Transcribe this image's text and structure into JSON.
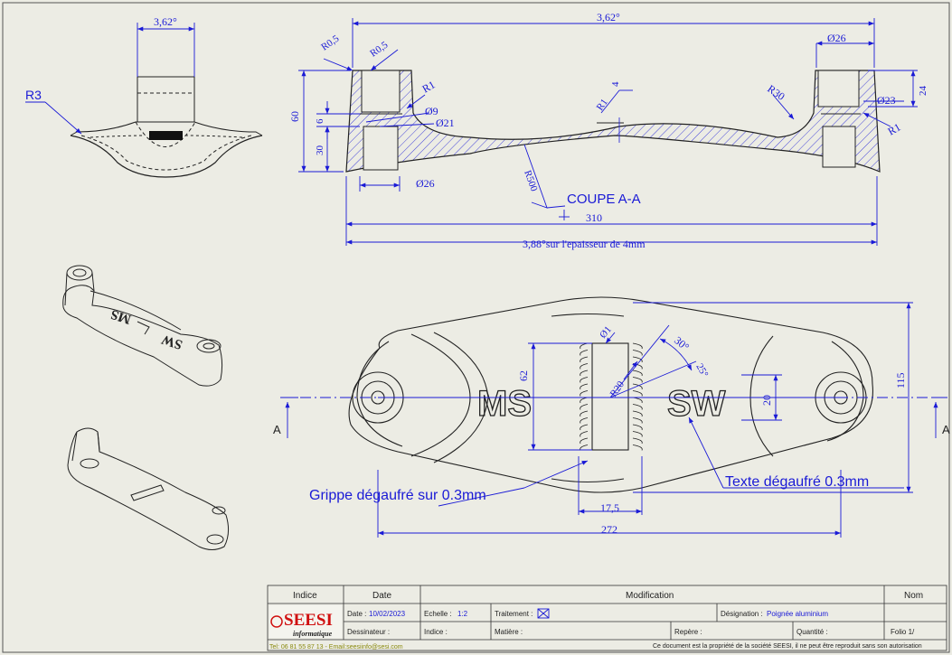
{
  "dims": {
    "top_angle": "3,62°",
    "sec_angle": "3,62°",
    "r05_left": "R0,5",
    "r05_right": "R0,5",
    "d26_top": "Ø26",
    "r3": "R3",
    "h60": "60",
    "h6": "6",
    "h30": "30",
    "r1_a": "R1",
    "d9": "Ø9",
    "d21": "Ø21",
    "r1_b": "R1",
    "v4": "4",
    "r30": "R30",
    "d23": "Ø23",
    "h24": "24",
    "r1_c": "R1",
    "d26_bot": "Ø26",
    "r500": "R500",
    "w310": "310",
    "thickness": "3,88°sur l'epaisseur de 4mm",
    "d1": "Ø1",
    "a30": "30°",
    "a25": "25°",
    "h62": "62",
    "r20": "R20",
    "h20": "20",
    "h115": "115",
    "w17_5": "17,5",
    "w272": "272"
  },
  "section_label": "COUPE A-A",
  "section_marker": "A",
  "notes": {
    "grip": "Grippe dégaufré sur 0.3mm",
    "text": "Texte dégaufré 0.3mm"
  },
  "engraving": {
    "left": "MS",
    "right": "SW"
  },
  "title_block": {
    "h_indice": "Indice",
    "h_date": "Date",
    "h_modification": "Modification",
    "h_nom": "Nom",
    "logo_text": "SEESI",
    "logo_sub": "informatique",
    "date_label": "Date :",
    "date_value": "10/02/2023",
    "echelle_label": "Echelle :",
    "echelle_value": "1:2",
    "traitement_label": "Traitement :",
    "designation_label": "Désignation :",
    "designation_value": "Poignée aluminium",
    "dessinateur_label": "Dessinateur :",
    "indice_label": "Indice :",
    "matiere_label": "Matière :",
    "repere_label": "Repère :",
    "quantite_label": "Quantité :",
    "folio_label": "Folio 1/",
    "contact": "Tel: 06 81 55 87 13 - Email:seesiinfo@sesi.com",
    "disclaimer": "Ce document est la propriété de la société SEESI, il ne peut être reproduit sans son autorisation"
  },
  "colors": {
    "annotation": "#1a1ad6",
    "line": "#2a2a2a",
    "paper": "#ecece4",
    "logo_red": "#d01010"
  }
}
